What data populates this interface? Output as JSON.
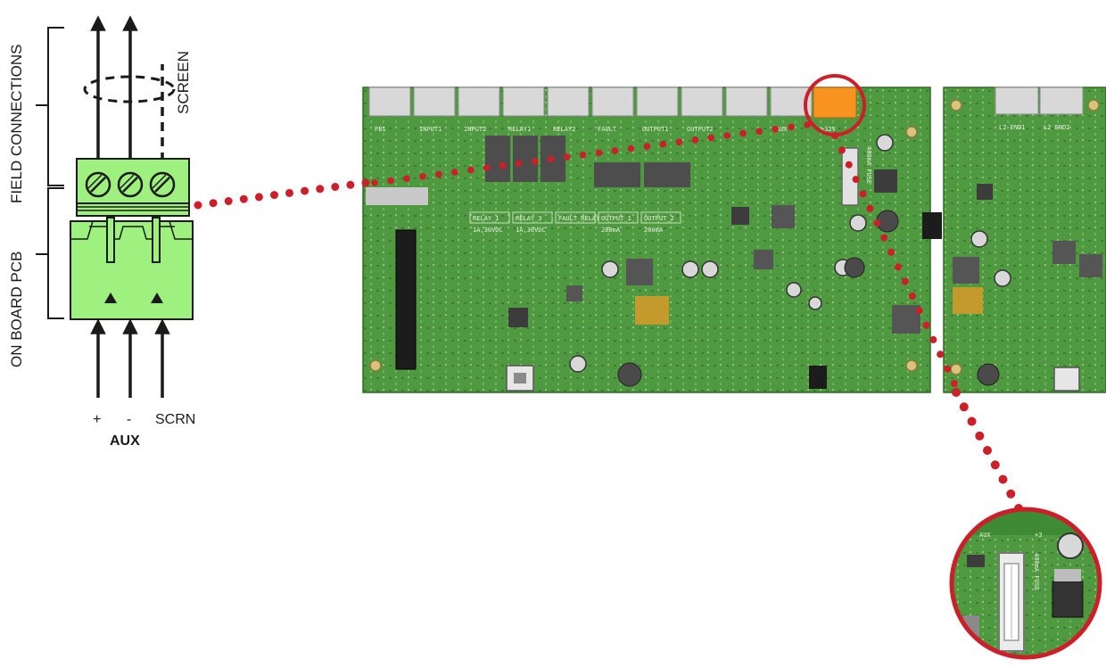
{
  "connector": {
    "field_connections_label": "FIELD CONNECTIONS",
    "on_board_pcb_label": "ON BOARD PCB",
    "screen_label": "SCREEN",
    "terminal_labels": [
      "+",
      "-",
      "SCRN"
    ],
    "group_label": "AUX"
  },
  "board": {
    "terminal_labels": [
      "PB1",
      "INPUT1",
      "INPUT2",
      "RELAY1",
      "RELAY2",
      "FAULT",
      "OUTPUT1",
      "OUTPUT2",
      "",
      "AUX",
      "+32V"
    ],
    "aux_silk": "AUX",
    "fuse_silk": "400mA FUSE",
    "relay_tags": [
      "RELAY_1",
      "RELAY_3",
      "FAULT_RELAY",
      "OUTPUT_1",
      "OUTPUT_2"
    ],
    "relay_ratings": [
      "1A,30VDC",
      "1A,30VDC",
      "",
      "200mA",
      "200mA"
    ]
  },
  "expansion_board": {
    "terminal_labels": [
      "L2 END1",
      "L2 END2"
    ]
  },
  "zoom": {
    "silk_left": "AUX",
    "silk_right": "+3",
    "fuse_silk": "400mA FUSE"
  },
  "colors": {
    "connector_green": "#9ef07f",
    "pcb_green": "#4f9a40",
    "highlight_orange": "#f7931e",
    "callout_red": "#cc1f2a"
  }
}
